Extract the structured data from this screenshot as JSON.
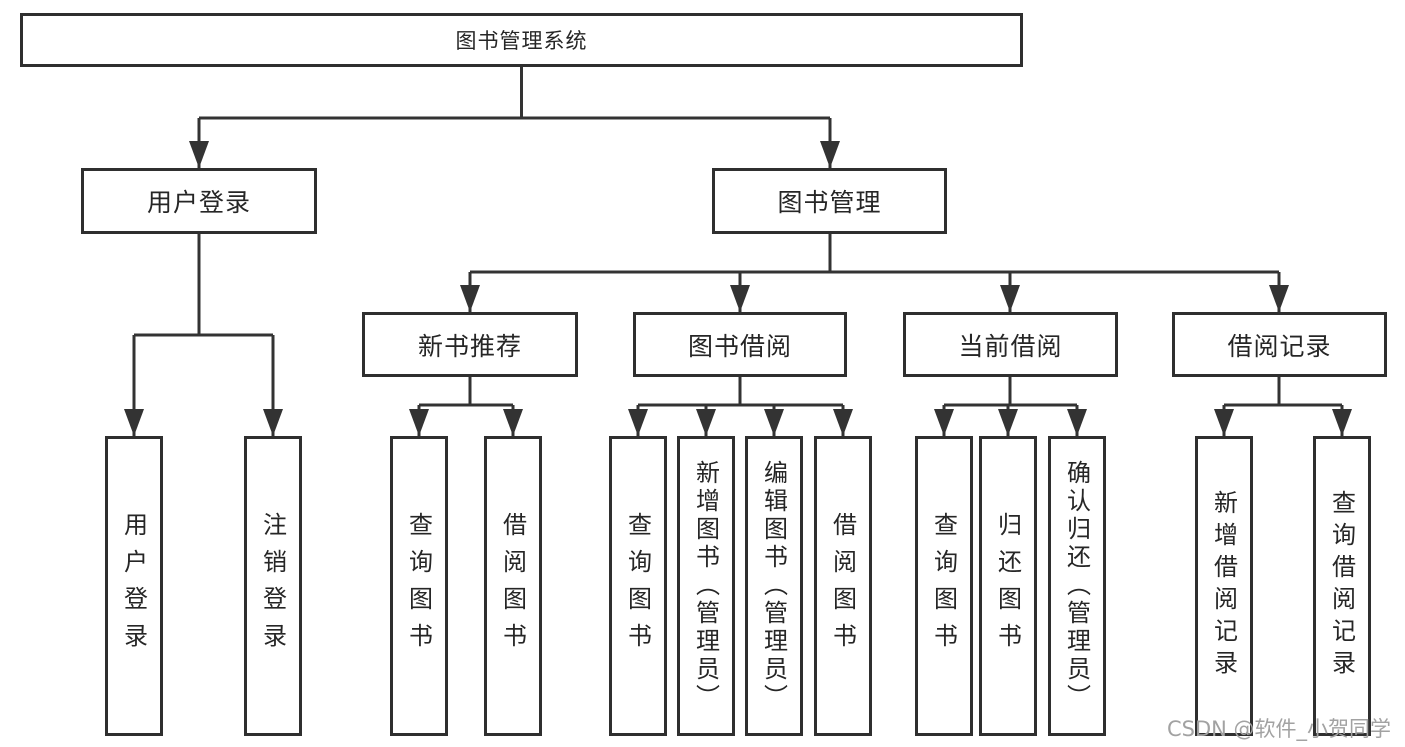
{
  "colors": {
    "line": "#333333",
    "box_border": "#2f2f2f",
    "text": "#262626",
    "watermark": "#a2a2a2",
    "background": "#ffffff"
  },
  "watermark": {
    "text": "CSDN @软件_小贺同学"
  },
  "tree": {
    "root": {
      "label": "图书管理系统"
    },
    "user_login": {
      "label": "用户登录",
      "children": [
        {
          "label": "用户登录"
        },
        {
          "label": "注销登录"
        }
      ]
    },
    "book_management": {
      "label": "图书管理",
      "groups": [
        {
          "label": "新书推荐",
          "children": [
            {
              "label": "查询图书"
            },
            {
              "label": "借阅图书"
            }
          ]
        },
        {
          "label": "图书借阅",
          "children": [
            {
              "label": "查询图书"
            },
            {
              "label": "新增图书（管理员）"
            },
            {
              "label": "编辑图书（管理员）"
            },
            {
              "label": "借阅图书"
            }
          ]
        },
        {
          "label": "当前借阅",
          "children": [
            {
              "label": "查询图书"
            },
            {
              "label": "归还图书"
            },
            {
              "label": "确认归还（管理员）"
            }
          ]
        },
        {
          "label": "借阅记录",
          "children": [
            {
              "label": "新增借阅记录"
            },
            {
              "label": "查询借阅记录"
            }
          ]
        }
      ]
    }
  }
}
